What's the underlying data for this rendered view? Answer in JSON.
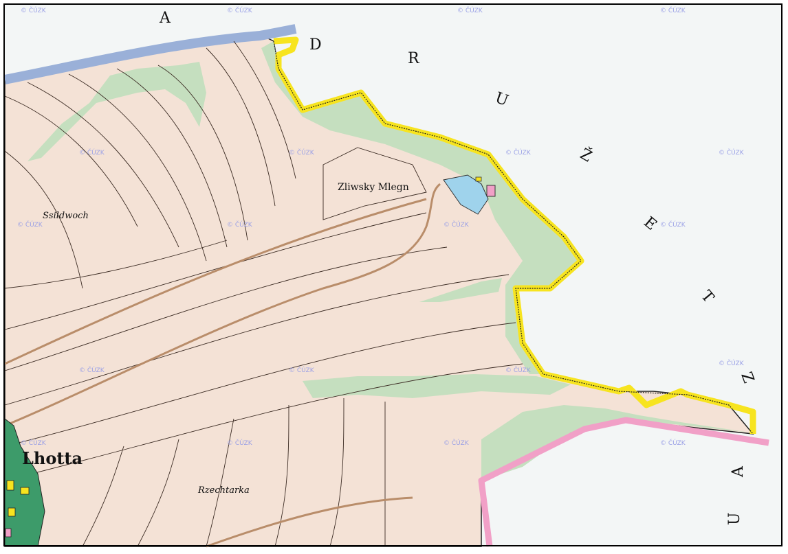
{
  "map": {
    "region_letters": [
      "A",
      "D",
      "R",
      "U",
      "Ž",
      "E",
      "T",
      "Z",
      "A",
      "U"
    ],
    "place_names": {
      "mill": "Zliwsky Mlegn",
      "field_west": "Ssildwoch",
      "village": "Lhotta",
      "field_south": "Rzechtarka"
    },
    "watermark": "© ČÚZK",
    "colors": {
      "fields": "#f4e2d6",
      "meadows": "#c5dfbf",
      "water": "#9fd3ec",
      "boundary_yellow": "#f7e41f",
      "boundary_pink": "#f1a0c7",
      "river_blue": "#9ab0d8",
      "roads": "#b98d6a",
      "outside": "#f3f6f6",
      "village_green": "#3d9b6a"
    }
  }
}
